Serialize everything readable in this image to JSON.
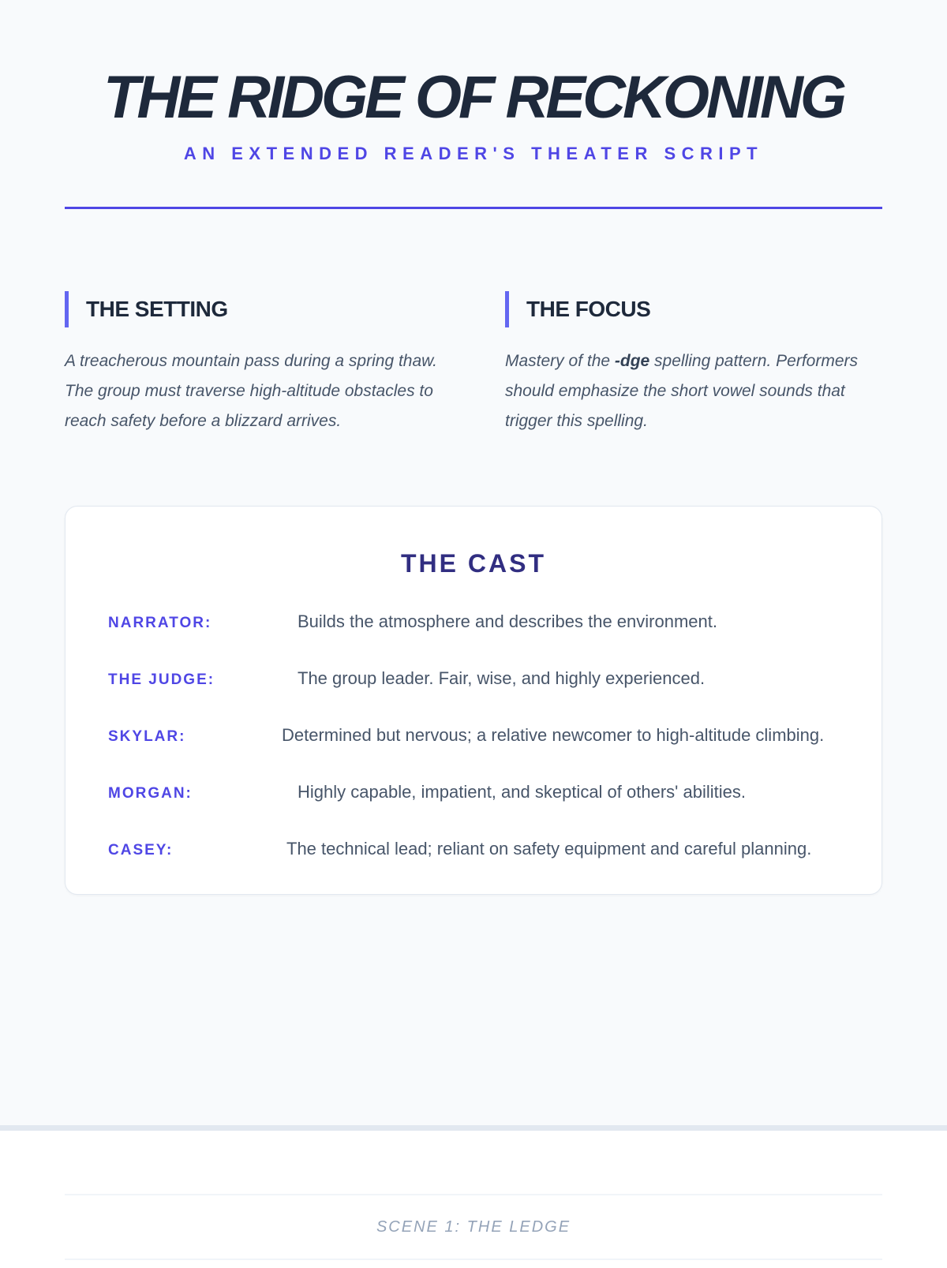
{
  "header": {
    "title": "THE RIDGE OF RECKONING",
    "subtitle": "AN EXTENDED READER'S THEATER SCRIPT"
  },
  "setting": {
    "heading": "THE SETTING",
    "text": "A treacherous mountain pass during a spring thaw. The group must traverse high-altitude obstacles to reach safety before a blizzard arrives."
  },
  "focus": {
    "heading": "THE FOCUS",
    "text_before": "Mastery of the ",
    "highlight": "-dge",
    "text_after": " spelling pattern. Performers should emphasize the short vowel sounds that trigger this spelling."
  },
  "cast": {
    "heading": "THE CAST",
    "members": [
      {
        "role": "NARRATOR:",
        "description": "Builds the atmosphere and describes the environment."
      },
      {
        "role": "THE JUDGE:",
        "description": "The group leader. Fair, wise, and highly experienced."
      },
      {
        "role": "SKYLAR:",
        "description": "Determined but nervous; a relative newcomer to high-altitude climbing."
      },
      {
        "role": "MORGAN:",
        "description": "Highly capable, impatient, and skeptical of others' abilities."
      },
      {
        "role": "CASEY:",
        "description": "The technical lead; reliant on safety equipment and careful planning."
      }
    ]
  },
  "scene": {
    "label": "SCENE 1: THE LEDGE"
  }
}
